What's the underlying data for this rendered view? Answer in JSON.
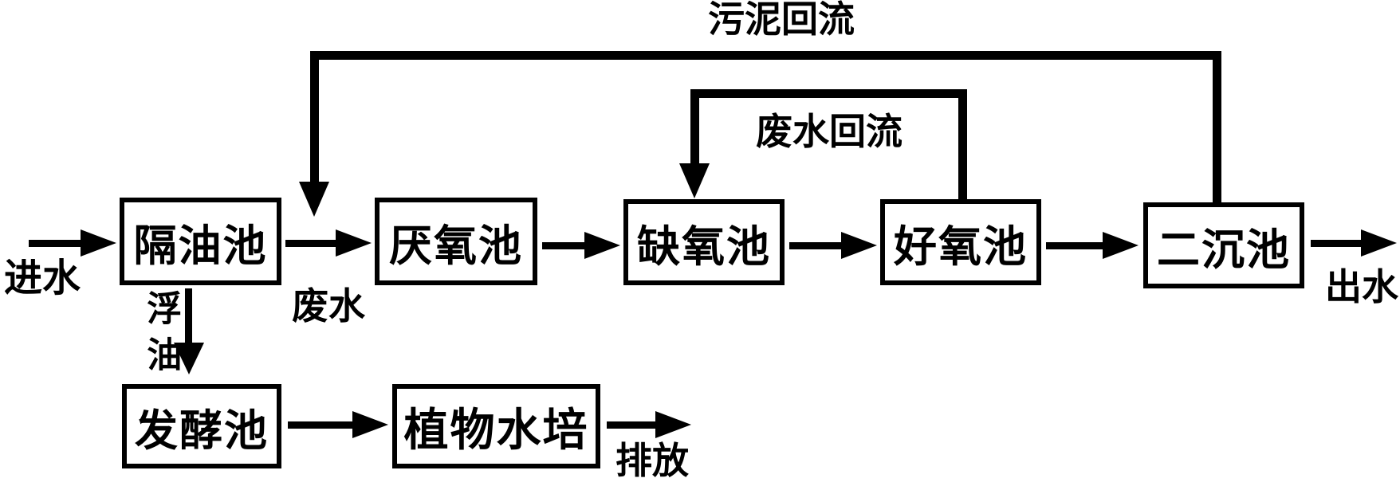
{
  "diagram": {
    "type": "flowchart",
    "colors": {
      "line": "#000000",
      "background": "#ffffff",
      "text": "#000000"
    },
    "nodes": [
      {
        "id": "oil-separation-tank",
        "label": "隔油池"
      },
      {
        "id": "anaerobic-tank",
        "label": "厌氧池"
      },
      {
        "id": "anoxic-tank",
        "label": "缺氧池"
      },
      {
        "id": "aerobic-tank",
        "label": "好氧池"
      },
      {
        "id": "secondary-sedimentation-tank",
        "label": "二沉池"
      },
      {
        "id": "fermentation-tank",
        "label": "发酵池"
      },
      {
        "id": "plant-hydroponics",
        "label": "植物水培"
      }
    ],
    "labels": {
      "sludge_return": "污泥回流",
      "wastewater_return": "废水回流",
      "influent": "进水",
      "wastewater": "废水",
      "floating_oil": "浮油",
      "effluent": "出水",
      "discharge": "排放"
    },
    "edges": [
      {
        "from": "进水",
        "to": "隔油池"
      },
      {
        "from": "隔油池",
        "to": "厌氧池",
        "label": "废水"
      },
      {
        "from": "厌氧池",
        "to": "缺氧池"
      },
      {
        "from": "缺氧池",
        "to": "好氧池"
      },
      {
        "from": "好氧池",
        "to": "二沉池"
      },
      {
        "from": "二沉池",
        "to": "出水"
      },
      {
        "from": "二沉池",
        "to": "厌氧池进水",
        "label": "污泥回流"
      },
      {
        "from": "好氧池",
        "to": "缺氧池",
        "label": "废水回流"
      },
      {
        "from": "隔油池",
        "to": "发酵池",
        "label": "浮油"
      },
      {
        "from": "发酵池",
        "to": "植物水培"
      },
      {
        "from": "植物水培",
        "to": "排放"
      }
    ]
  }
}
